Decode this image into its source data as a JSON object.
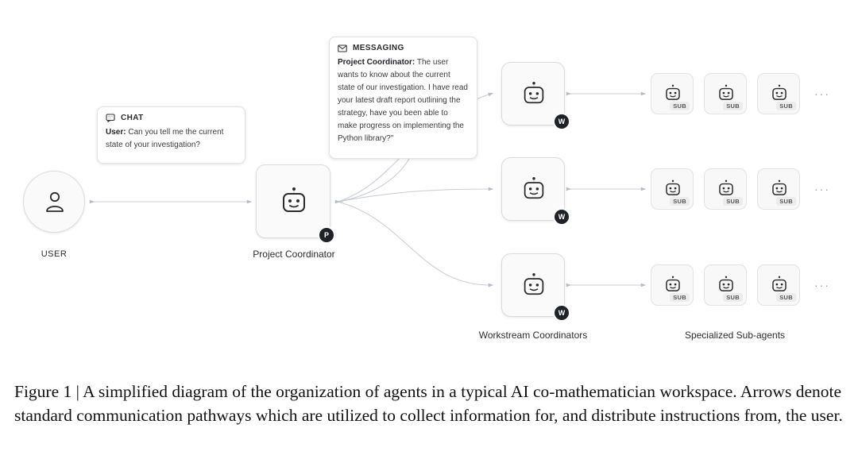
{
  "user": {
    "label": "USER",
    "icon": "person-icon"
  },
  "chat_card": {
    "header": "CHAT",
    "speaker": "User:",
    "message": "Can you tell me the current state of your investigation?"
  },
  "messaging_card": {
    "header": "MESSAGING",
    "speaker": "Project Coordinator:",
    "message": "The user wants to know about the current state of our investigation. I have read your latest draft report outlining the strategy, have you been able to make progress on implementing the Python library?\""
  },
  "project_coordinator": {
    "label": "Project Coordinator",
    "badge": "P",
    "icon": "robot-icon"
  },
  "workstream": {
    "label": "Workstream Coordinators",
    "badge": "W",
    "count": 3
  },
  "subagents": {
    "label": "Specialized Sub-agents",
    "tag": "SUB",
    "ellipsis": "···"
  },
  "caption": "Figure 1 | A simplified diagram of the organization of agents in a typical AI co-mathematician workspace. Arrows denote standard communication pathways which are utilized to collect information for, and distribute instructions from, the user.",
  "colors": {
    "line": "#c9ced6",
    "badge": "#1f2328",
    "node_bg": "#fafafa"
  }
}
